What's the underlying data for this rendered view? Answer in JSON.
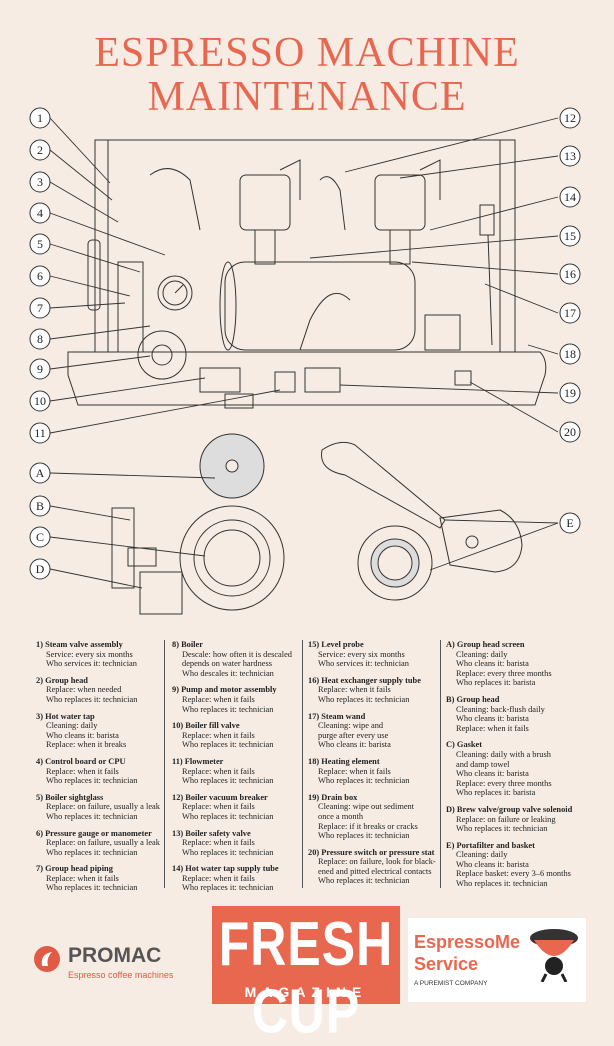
{
  "title_line1": "ESPRESSO MACHINE",
  "title_line2": "MAINTENANCE",
  "callouts_left": [
    "1",
    "2",
    "3",
    "4",
    "5",
    "6",
    "7",
    "8",
    "9",
    "10",
    "11"
  ],
  "callouts_right": [
    "12",
    "13",
    "14",
    "15",
    "16",
    "17",
    "18",
    "19",
    "20"
  ],
  "callouts_letters": [
    "A",
    "B",
    "C",
    "D",
    "E"
  ],
  "legend": {
    "col1": [
      {
        "head": "1) Steam valve assembly",
        "lines": [
          "Service: every six months",
          "Who services it: technician"
        ]
      },
      {
        "head": "2) Group head",
        "lines": [
          "Replace: when needed",
          "Who replaces it: technician"
        ]
      },
      {
        "head": "3) Hot water tap",
        "lines": [
          "Cleaning: daily",
          "Who cleans it: barista",
          "Replace: when it breaks"
        ]
      },
      {
        "head": "4) Control board or CPU",
        "lines": [
          "Replace: when it fails",
          "Who replaces it: technician"
        ]
      },
      {
        "head": "5) Boiler sightglass",
        "lines": [
          "Replace: on failure, usually a leak",
          "Who replaces it: technician"
        ]
      },
      {
        "head": "6) Pressure gauge or manometer",
        "lines": [
          "Replace: on failure, usually a leak",
          "Who replaces it: technician"
        ]
      },
      {
        "head": "7) Group head piping",
        "lines": [
          "Replace: when it fails",
          "Who replaces it: technician"
        ]
      }
    ],
    "col2": [
      {
        "head": "8) Boiler",
        "lines": [
          "Descale: how often it is descaled",
          "depends on water hardness",
          "Who descales it: technician"
        ]
      },
      {
        "head": "9) Pump and motor assembly",
        "lines": [
          "Replace: when it fails",
          "Who replaces it: technician"
        ]
      },
      {
        "head": "10) Boiler fill valve",
        "lines": [
          "Replace: when it fails",
          "Who replaces it: technician"
        ]
      },
      {
        "head": "11) Flowmeter",
        "lines": [
          "Replace: when it fails",
          "Who replaces it: technician"
        ]
      },
      {
        "head": "12) Boiler vacuum breaker",
        "lines": [
          "Replace: when it fails",
          "Who replaces it: technician"
        ]
      },
      {
        "head": "13) Boiler safety valve",
        "lines": [
          "Replace: when it fails",
          "Who replaces it: technician"
        ]
      },
      {
        "head": "14) Hot water tap supply tube",
        "lines": [
          "Replace: when it fails",
          "Who replaces it: technician"
        ]
      }
    ],
    "col3": [
      {
        "head": "15) Level probe",
        "lines": [
          "Service: every six months",
          "Who services it: technician"
        ]
      },
      {
        "head": "16) Heat exchanger supply tube",
        "lines": [
          "Replace: when it fails",
          "Who replaces it: technician"
        ]
      },
      {
        "head": "17) Steam wand",
        "lines": [
          "Cleaning: wipe and",
          "purge after every use",
          "Who cleans it: barista"
        ]
      },
      {
        "head": "18) Heating element",
        "lines": [
          "Replace: when it fails",
          "Who replaces it: technician"
        ]
      },
      {
        "head": "19) Drain box",
        "lines": [
          "Cleaning: wipe out sediment",
          "once a month",
          "Replace: if it breaks or cracks",
          "Who replaces it: technician"
        ]
      },
      {
        "head": "20) Pressure switch or pressure stat",
        "lines": [
          "Replace: on failure, look for black-",
          "ened and pitted electrical contacts",
          "Who replaces it: technician"
        ]
      }
    ],
    "col4": [
      {
        "head": "A) Group head screen",
        "lines": [
          "Cleaning: daily",
          "Who cleans it: barista",
          "Replace: every three months",
          "Who replaces it: barista"
        ]
      },
      {
        "head": "B) Group head",
        "lines": [
          "Cleaning: back-flush daily",
          "Who cleans it: barista",
          "Replace: when it fails"
        ]
      },
      {
        "head": "C) Gasket",
        "lines": [
          "Cleaning: daily with a brush",
          "and damp towel",
          "Who cleans it: barista",
          "Replace: every three months",
          "Who replaces it: barista"
        ]
      },
      {
        "head": "D) Brew valve/group valve solenoid",
        "lines": [
          "Replace: on failure or leaking",
          "Who replaces it: technician"
        ]
      },
      {
        "head": "E) Portafilter and basket",
        "lines": [
          "Cleaning: daily",
          "Who cleans it: barista",
          "Replace basket: every 3–6 months",
          "Who replaces it: technician"
        ]
      }
    ]
  },
  "footer": {
    "promac_name": "PROMAC",
    "promac_sub": "Espresso coffee machines",
    "freshcup_line1": "FRESH CUP",
    "freshcup_line2": "MAGAZINE",
    "espme_line1": "EspressoMe",
    "espme_line2": "Service",
    "espme_line3": "A PUREMIST COMPANY"
  },
  "colors": {
    "accent": "#e8674f",
    "background": "#f6ece4",
    "ink": "#222222"
  }
}
